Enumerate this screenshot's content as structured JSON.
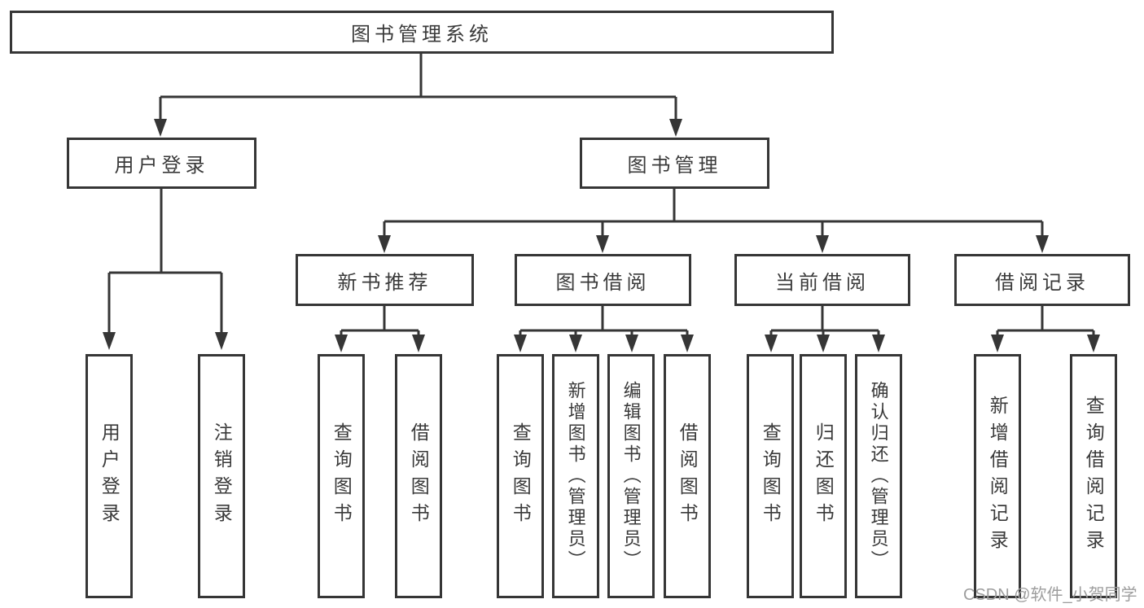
{
  "diagram": {
    "root": "图书管理系统",
    "level2": {
      "user_login": "用户登录",
      "book_mgmt": "图书管理"
    },
    "level3": {
      "new_books": "新书推荐",
      "book_borrow": "图书借阅",
      "current_borrow": "当前借阅",
      "borrow_records": "借阅记录"
    },
    "leaves": {
      "user_login": [
        "用户登录",
        "注销登录"
      ],
      "new_books": [
        "查询图书",
        "借阅图书"
      ],
      "book_borrow": [
        "查询图书",
        "新增图书（管理员）",
        "编辑图书（管理员）",
        "借阅图书"
      ],
      "current_borrow": [
        "查询图书",
        "归还图书",
        "确认归还（管理员）"
      ],
      "borrow_records": [
        "新增借阅记录",
        "查询借阅记录"
      ]
    }
  },
  "watermark": "CSDN @软件_小贺同学",
  "colors": {
    "line": "#363636",
    "text": "#3a3a3a",
    "background": "#ffffff",
    "watermark": "#9e9e9e"
  }
}
